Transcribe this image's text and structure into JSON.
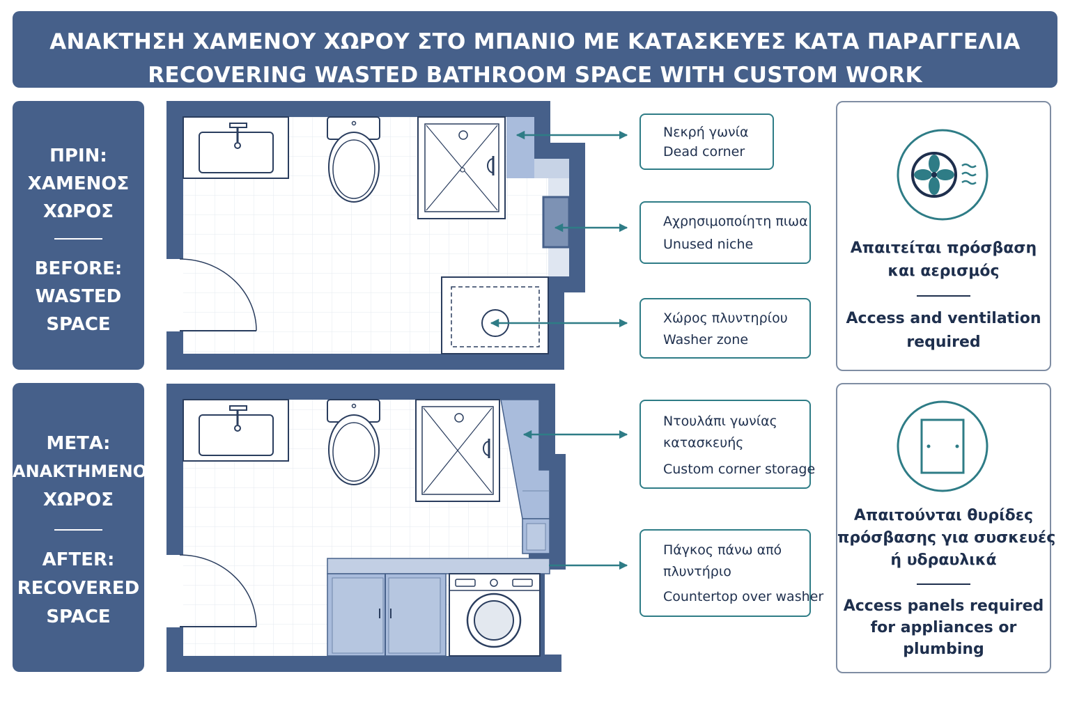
{
  "header": {
    "title_el": "ΑΝΑΚΤΗΣΗ ΧΑΜΕΝΟΥ ΧΩΡΟΥ ΣΤΟ ΜΠΑΝΙΟ ΜΕ ΚΑΤΑΣΚΕΥΕΣ ΚΑΤΑ ΠΑΡΑΓΓΕΛΙΑ",
    "title_en": "RECOVERING WASTED BATHROOM SPACE WITH CUSTOM WORK"
  },
  "before": {
    "label_el_1": "ΠΡΙΝ:",
    "label_el_2": "ΧΑΜΕΝΟΣ",
    "label_el_3": "ΧΩΡΟΣ",
    "label_en_1": "BEFORE:",
    "label_en_2": "WASTED",
    "label_en_3": "SPACE"
  },
  "after": {
    "label_el_1": "ΜΕΤΑ:",
    "label_el_2": "ΑΝΑΚΤΗΜΕΝΟΣ",
    "label_el_3": "ΧΩΡΟΣ",
    "label_en_1": "AFTER:",
    "label_en_2": "RECOVERED",
    "label_en_3": "SPACE"
  },
  "callouts": {
    "dead_corner": {
      "el": "Νεκρή γωνία",
      "en": "Dead corner"
    },
    "unused_niche": {
      "el": "Αχρησιμοποίητη πιωα",
      "en": "Unused niche"
    },
    "washer_zone": {
      "el": "Χώρος πλυντηρίου",
      "en": "Washer zone"
    },
    "corner_storage": {
      "el_1": "Ντουλάπι γωνίας",
      "el_2": "κατασκευής",
      "en": "Custom corner storage"
    },
    "countertop": {
      "el_1": "Πάγκος πάνω από",
      "el_2": "πλυντήριο",
      "en": "Countertop over washer"
    }
  },
  "info": {
    "ventilation": {
      "el_1": "Απαιτείται πρόσβαση",
      "el_2": "και αερισμός",
      "en_1": "Access and ventilation",
      "en_2": "required",
      "icon": "fan-icon"
    },
    "panels": {
      "el_1": "Απαιτούνται θυρίδες",
      "el_2": "πρόσβασης για συσκευές",
      "el_3": "ή υδραυλικά",
      "en_1": "Access panels required",
      "en_2": "for appliances or",
      "en_3": "plumbing",
      "icon": "access-panel-icon"
    }
  },
  "colors": {
    "navy": "#46608a",
    "teal": "#2e7c86",
    "text": "#1e2f4d",
    "highlight": "#a9bcdc"
  }
}
